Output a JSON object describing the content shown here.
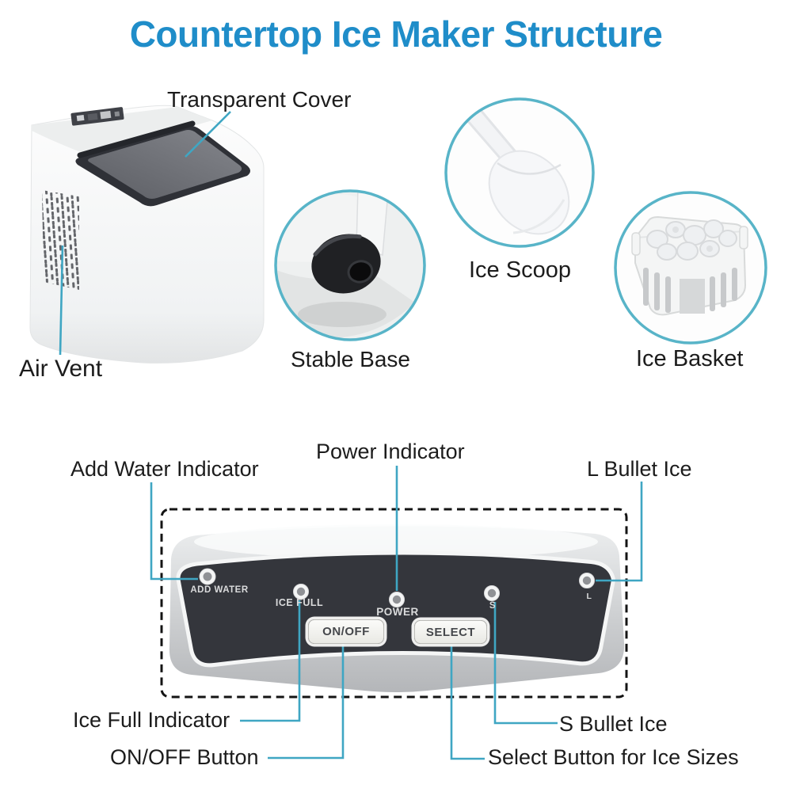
{
  "title": "Countertop Ice Maker Structure",
  "palette": {
    "title_blue": "#1f8dc9",
    "callout_line": "#3fa6c3",
    "label_text": "#1c1c1c",
    "panel_dark": "#34363c",
    "inset_ring": "#58b4c8",
    "dashed_border": "#141414"
  },
  "top_section": {
    "machine_labels": {
      "transparent_cover": "Transparent Cover",
      "air_vent": "Air Vent"
    },
    "insets": [
      {
        "id": "stable-base",
        "label": "Stable Base"
      },
      {
        "id": "ice-scoop",
        "label": "Ice Scoop"
      },
      {
        "id": "ice-basket",
        "label": "Ice Basket"
      }
    ]
  },
  "panel_section": {
    "callouts": {
      "add_water": "Add Water Indicator",
      "power": "Power Indicator",
      "l_bullet": "L Bullet Ice",
      "ice_full": "Ice Full Indicator",
      "on_off": "ON/OFF Button",
      "s_bullet": "S Bullet Ice",
      "select": "Select Button for Ice Sizes"
    },
    "panel_print": {
      "add_water": "ADD WATER",
      "ice_full": "ICE FULL",
      "power": "POWER",
      "s": "S",
      "l": "L"
    },
    "buttons": {
      "on_off": "ON/OFF",
      "select": "SELECT"
    }
  }
}
